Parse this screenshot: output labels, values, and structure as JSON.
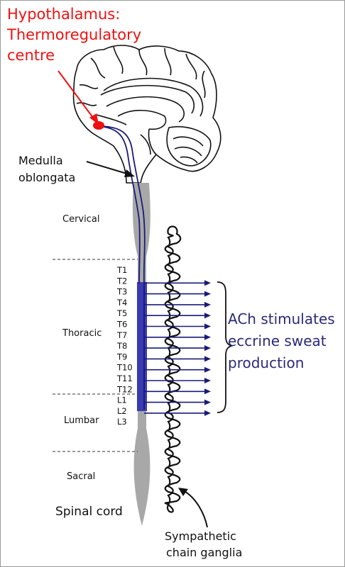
{
  "hypothalamus": {
    "lines": [
      "Hypothalamus:",
      "Thermoregulatory",
      "centre"
    ]
  },
  "medulla": {
    "lines": [
      "Medulla",
      "oblongata"
    ]
  },
  "regions": {
    "cervical": "Cervical",
    "thoracic": "Thoracic",
    "lumbar": "Lumbar",
    "sacral": "Sacral"
  },
  "segments": [
    "T1",
    "T2",
    "T3",
    "T4",
    "T5",
    "T6",
    "T7",
    "T8",
    "T9",
    "T10",
    "T11",
    "T12",
    "L1",
    "L2",
    "L3"
  ],
  "effect": {
    "lines": [
      "ACh stimulates",
      "eccrine sweat",
      "production"
    ]
  },
  "spinal_cord_label": "Spinal cord",
  "ganglia_label": {
    "lines": [
      "Sympathetic",
      "chain ganglia"
    ]
  },
  "colors": {
    "hypothalamus": "#ee1111",
    "pathway": "#1a1a7a",
    "thoracic_band": "#3a3ab0",
    "cord": "#a8a8a8",
    "effect_text": "#2a2a7a"
  }
}
